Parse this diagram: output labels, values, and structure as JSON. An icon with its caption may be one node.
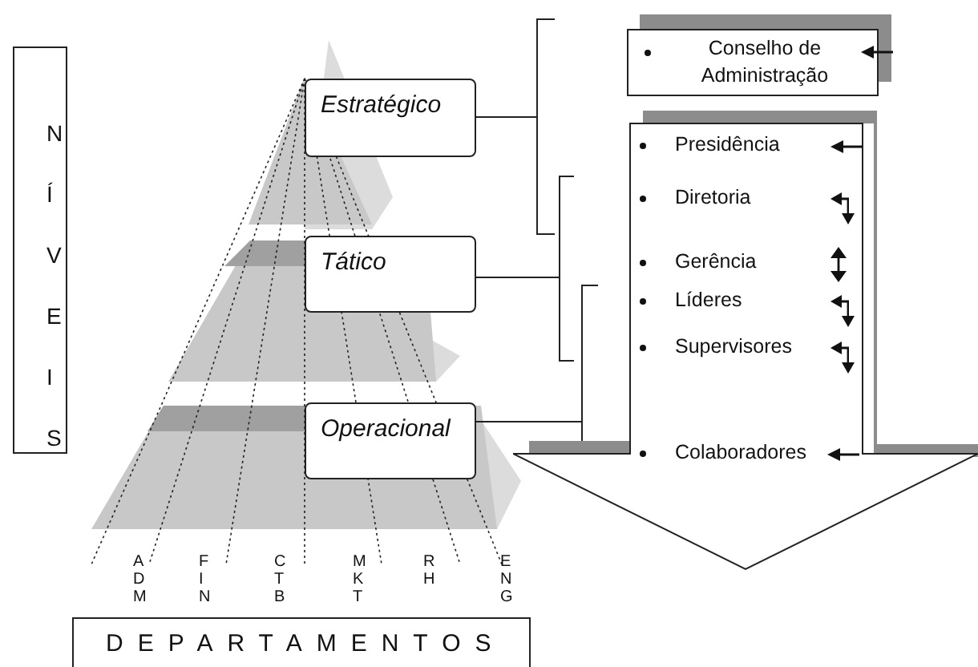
{
  "diagram": {
    "nodes": [
      {
        "text": [
          "NÍVEIS"
        ]
      },
      {
        "text": [
          "Estratégico"
        ]
      },
      {
        "text": [
          "Tático"
        ]
      },
      {
        "text": [
          "Operacional"
        ]
      },
      {
        "text": [
          "Conselho de Administração"
        ]
      },
      {
        "text": [
          "Presidência",
          "Diretoria",
          "Gerência",
          "Líderes",
          "Supervisores",
          "Colaboradores"
        ]
      },
      {
        "text": [
          "DEPARTAMENTOS"
        ]
      }
    ],
    "labels": [
      "ADM",
      "FIN",
      "CTB",
      "MKT",
      "RH",
      "ENG"
    ]
  }
}
